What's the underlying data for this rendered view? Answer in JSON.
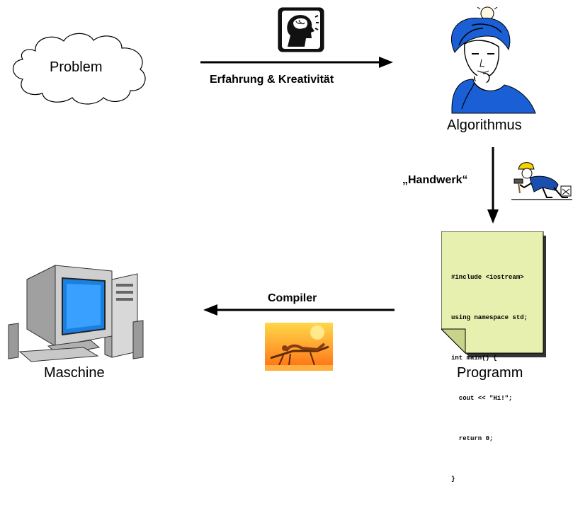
{
  "nodes": {
    "problem": "Problem",
    "algorithm": "Algorithmus",
    "program": "Programm",
    "machine": "Maschine"
  },
  "edges": {
    "experience": "Erfahrung & Kreativität",
    "craft": "„Handwerk“",
    "compiler": "Compiler"
  },
  "code_lines": [
    "#include <iostream>",
    "using namespace std;",
    "int main() {",
    "  cout << \"Hi!\";",
    "  return 0;",
    "}"
  ]
}
